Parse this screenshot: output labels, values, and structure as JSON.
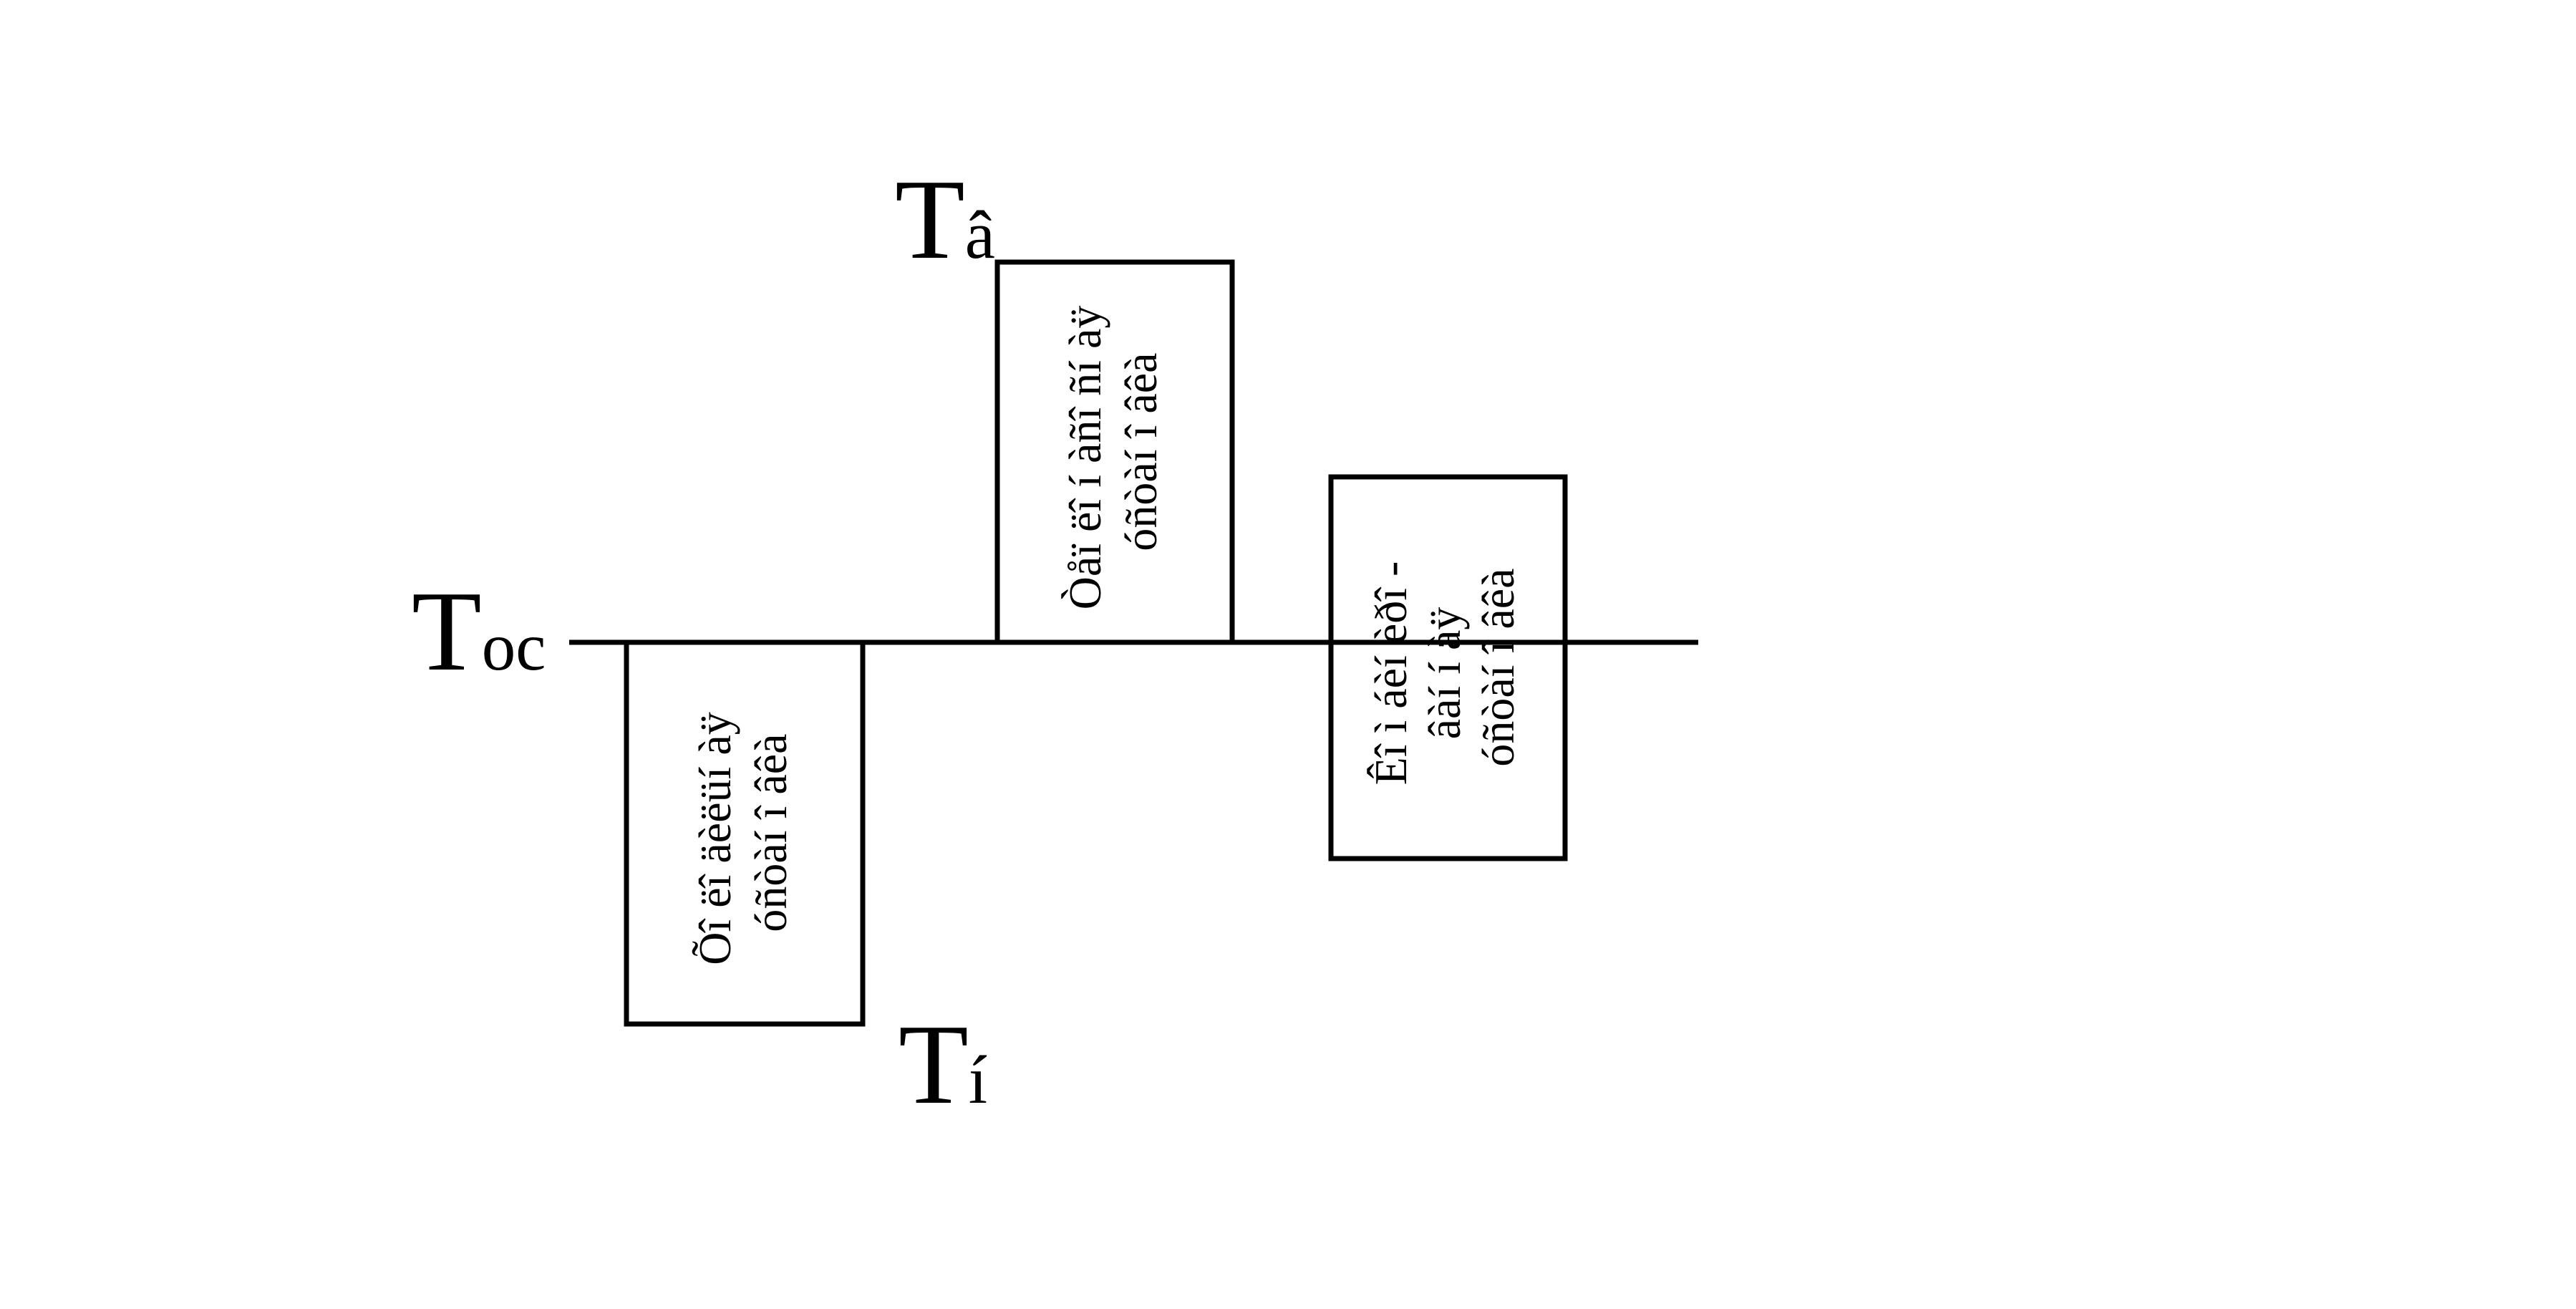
{
  "levels": {
    "top": {
      "main": "T",
      "sub": "â"
    },
    "middle": {
      "main": "T",
      "sub": "oc"
    },
    "bottom": {
      "main": "T",
      "sub": "í"
    }
  },
  "boxes": [
    {
      "id": "down",
      "lines": [
        "Õî ëî äèëüí àÿ",
        "óñòàí î âêà"
      ]
    },
    {
      "id": "up",
      "lines": [
        "Òåï ëî í àñî ñí àÿ",
        "óñòàí î âêà"
      ]
    },
    {
      "id": "side",
      "lines": [
        "Êî ì áèí èðî -",
        "âàí í àÿ",
        "óñòàí î âêà"
      ]
    }
  ]
}
